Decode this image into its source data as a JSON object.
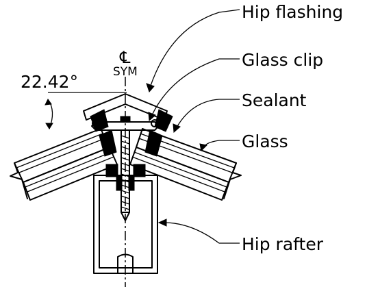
{
  "labels": {
    "hip_flashing": "Hip flashing",
    "glass_clip": "Glass clip",
    "sealant": "Sealant",
    "glass": "Glass",
    "hip_rafter": "Hip rafter",
    "angle": "22.42°",
    "centerline_symbol": "℄",
    "sym": "SYM"
  }
}
